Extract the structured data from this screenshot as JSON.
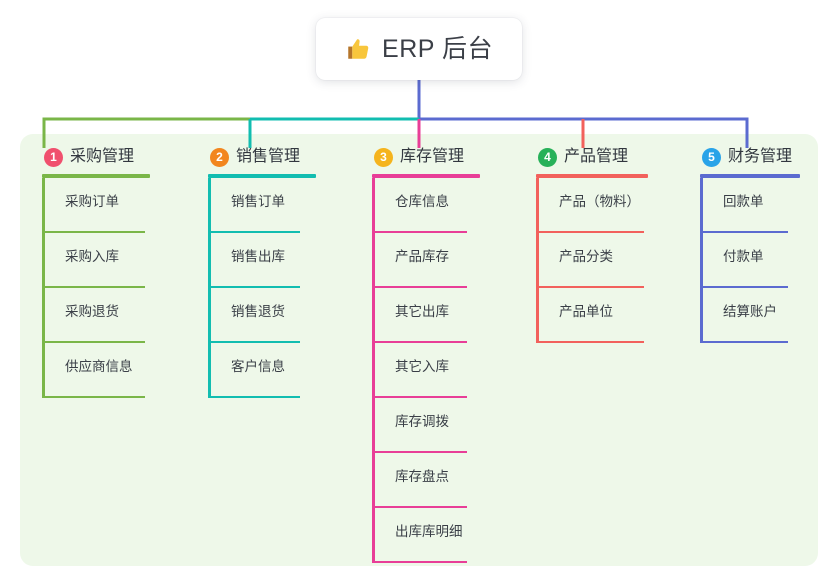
{
  "title": {
    "icon": "thumbs-up-icon",
    "text": "ERP 后台"
  },
  "colors": {
    "panel_bg": "#eef8e9",
    "page_bg": "#ffffff",
    "text": "#3a3f47",
    "trunk": "#5b6bd0",
    "col1": "#7ab648",
    "col2": "#12bdb0",
    "col3": "#e83e97",
    "col4": "#f2615c",
    "col5": "#5b6bd0",
    "badge1": "#f0506e",
    "badge2": "#f2861e",
    "badge3": "#f5b41d",
    "badge4": "#27b159",
    "badge5": "#29a3e8"
  },
  "columns": [
    {
      "number": "1",
      "label": "采购管理",
      "line_color": "#7ab648",
      "badge_color": "#f0506e",
      "items": [
        "采购订单",
        "采购入库",
        "采购退货",
        "供应商信息"
      ]
    },
    {
      "number": "2",
      "label": "销售管理",
      "line_color": "#12bdb0",
      "badge_color": "#f2861e",
      "items": [
        "销售订单",
        "销售出库",
        "销售退货",
        "客户信息"
      ]
    },
    {
      "number": "3",
      "label": "库存管理",
      "line_color": "#e83e97",
      "badge_color": "#f5b41d",
      "items": [
        "仓库信息",
        "产品库存",
        "其它出库",
        "其它入库",
        "库存调拨",
        "库存盘点",
        "出库库明细"
      ]
    },
    {
      "number": "4",
      "label": "产品管理",
      "line_color": "#f2615c",
      "badge_color": "#27b159",
      "items": [
        "产品（物料）",
        "产品分类",
        "产品单位"
      ]
    },
    {
      "number": "5",
      "label": "财务管理",
      "line_color": "#5b6bd0",
      "badge_color": "#29a3e8",
      "items": [
        "回款单",
        "付款单",
        "结算账户"
      ]
    }
  ]
}
